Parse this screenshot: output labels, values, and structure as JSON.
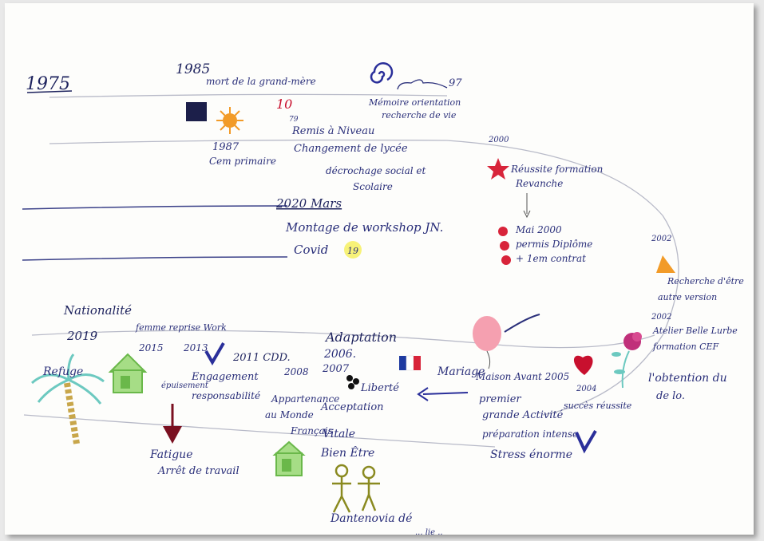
{
  "notes": {
    "year_1975": "1975",
    "year_1985": "1985",
    "note_1985": "mort de la grand-mère",
    "year_97": "97",
    "note_97_line1": "Mémoire orientation",
    "note_97_line2": "recherche de vie",
    "label_10": "10",
    "label_79": "79",
    "year_1987": "1987",
    "note_1987": "Cem primaire",
    "note_remise_line1": "Remis à Niveau",
    "note_remise_line2": "Changement de lycée",
    "note_remise_line3": "décrochage social et",
    "note_remise_line4": "Scolaire",
    "year_2000": "2000",
    "note_2000_line1": "Réussite formation",
    "note_2000_line2": "Revanche",
    "note_mai_line1": "Mai 2000",
    "note_mai_line2": "permis Diplôme",
    "note_mai_line3": "+ 1em contrat",
    "note_2020": "2020 Mars",
    "note_montage": "Montage de workshop JN.",
    "note_covid": "Covid",
    "note_covid_badge": "19",
    "year_2002": "2002",
    "note_2002_line1": "Recherche d'être",
    "note_2002_line2": "autre version",
    "year_2002b": "2002",
    "note_2002b_line1": "Atelier Belle Lurbe",
    "note_2002b_line2": "formation CEF",
    "note_obt_line1": "l'obtention du",
    "note_obt_line2": "de lo.",
    "note_nationalite_line1": "Nationalité",
    "note_nationalite_line2": "2019",
    "note_refuge": "Refuge",
    "note_reprise": "femme reprise Work",
    "year_2015": "2015",
    "year_2013": "2013",
    "note_cdd": "2011 CDD.",
    "year_2008": "2008",
    "note_engagement": "Engagement",
    "note_responsabilite": "responsabilité",
    "note_epuisement": "épuisement",
    "note_adaptation": "Adaptation",
    "year_2006": "2006.",
    "year_2007": "2007",
    "note_liberte": "Liberté",
    "note_mariage": "Mariage",
    "note_avant": "Maison Avant 2005",
    "year_2004": "2004",
    "note_premier_line1": "premier",
    "note_premier_line2": "grande Activité",
    "note_reussite": "succès réussite",
    "note_preparation": "préparation intense",
    "note_stress": "Stress énorme",
    "note_appartenance_line1": "Appartenance",
    "note_appartenance_line2": "au Monde",
    "note_acceptation": "Acceptation",
    "note_francais": "Français",
    "note_vitale": "Vitale",
    "note_bienetre": "Bien Être",
    "note_fatigue": "Fatigue",
    "note_arret": "Arrêt de travail",
    "note_dantenovia": "Dantenovia dé",
    "note_dantenovia2": "... lie .."
  },
  "colors": {
    "ink_blue": "#2a2f7a",
    "ink_navy": "#1e235e",
    "orange": "#f29b28",
    "red": "#d8243a",
    "dark_red": "#7a1020",
    "green_house": "#7ec860",
    "pink_balloon": "#f5a0b0",
    "palm_teal": "#6cc9c0",
    "palm_trunk": "#c8a64a",
    "flower_pink": "#c0307a",
    "yellow_glow": "#f6f060",
    "figure_olive": "#8a8a20"
  },
  "icons": [
    "navy-square",
    "orange-sun",
    "red-star",
    "blue-spiral",
    "red-flower",
    "orange-cone",
    "pink-flower",
    "heart",
    "pink-balloon",
    "french-flag",
    "black-flower",
    "green-house",
    "palm-tree",
    "dark-red-arrow",
    "stick-figures",
    "checkmark"
  ]
}
